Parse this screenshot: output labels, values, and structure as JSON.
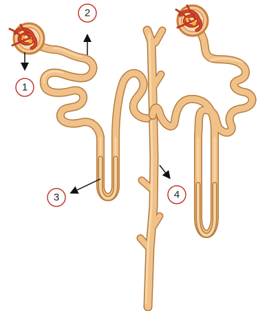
{
  "diagram": {
    "labels": [
      {
        "id": "label-1",
        "text": "1"
      },
      {
        "id": "label-2",
        "text": "2"
      },
      {
        "id": "label-3",
        "text": "3"
      },
      {
        "id": "label-4",
        "text": "4"
      }
    ]
  },
  "colors": {
    "tube_outline": "#b57a3c",
    "tube_fill": "#f0c28a",
    "tube_light": "#f7d7aa",
    "tube_thin": "#e8b27a",
    "glomerulus_red": "#d8452a",
    "glomerulus_dark": "#9e2a15",
    "capsule": "#c87f3c",
    "label_circle": "#c0392b",
    "arrow": "#111111"
  }
}
